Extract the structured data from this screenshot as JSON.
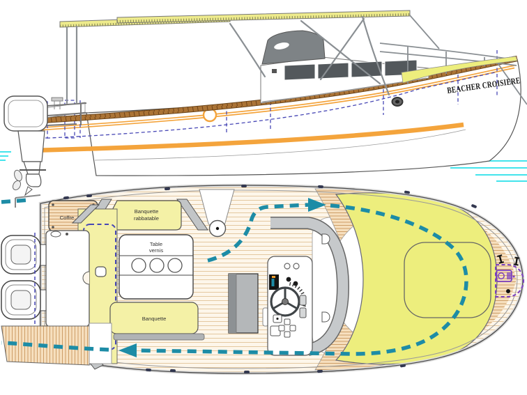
{
  "boat_name": "BEACHER CROISIERE",
  "deck_labels": {
    "coffre": "Coffre",
    "banquette_rabbatable_line1": "Banquette",
    "banquette_rabbatable_line2": "rabbatable",
    "table_line1": "Table",
    "table_line2": "vernis",
    "banquette": "Banquette"
  },
  "colors": {
    "bimini_yellow": "#eeeb8c",
    "cushion_yellow": "#f4f1a6",
    "sundeck_yellow": "#edee7d",
    "stripe_orange": "#f4a43c",
    "rail_wood": "#ab7436",
    "deck_cream": "#fdf6ea",
    "deck_plank": "#e4c8a0",
    "bow_plank": "#c9965c",
    "circulation_teal": "#1d8ca6",
    "dashed_navy": "#4747b5",
    "anchor_purple": "#7a3fc0",
    "waterline_cyan": "#43e4ec",
    "window_gray": "#53585c",
    "windshield_gray": "#c6c9cb"
  }
}
